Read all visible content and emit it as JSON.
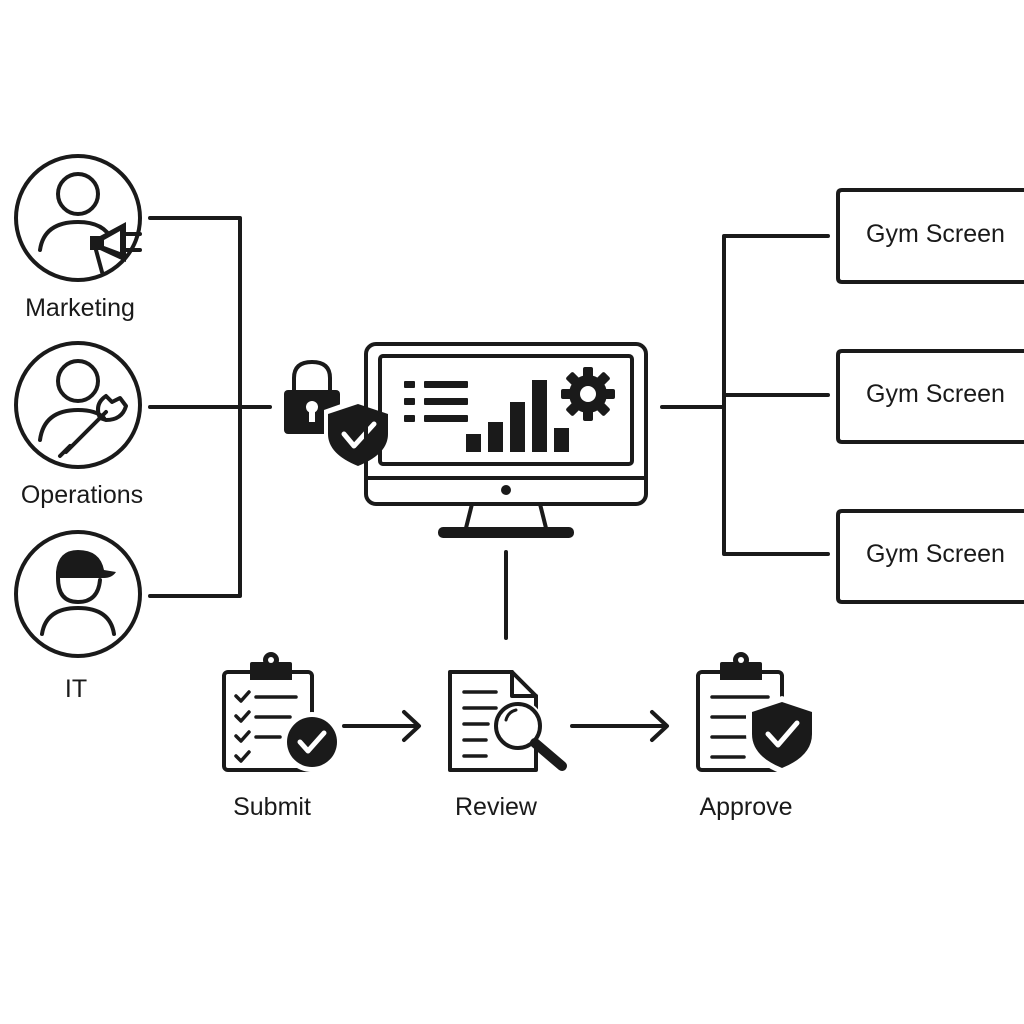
{
  "roles": [
    {
      "label": "Marketing",
      "icon": "user-megaphone-icon"
    },
    {
      "label": "Operations",
      "icon": "user-wrench-icon"
    },
    {
      "label": "IT",
      "icon": "user-cap-icon"
    }
  ],
  "hub": {
    "icon": "monitor-dashboard-icon",
    "security_icons": [
      "lock-icon",
      "shield-check-icon"
    ]
  },
  "screens": [
    {
      "label": "Gym Screen"
    },
    {
      "label": "Gym Screen"
    },
    {
      "label": "Gym Screen"
    }
  ],
  "workflow": [
    {
      "label": "Submit",
      "icon": "clipboard-checklist-icon"
    },
    {
      "label": "Review",
      "icon": "document-search-icon"
    },
    {
      "label": "Approve",
      "icon": "clipboard-shield-check-icon"
    }
  ],
  "colors": {
    "stroke": "#1a1a1a",
    "background": "#ffffff"
  }
}
